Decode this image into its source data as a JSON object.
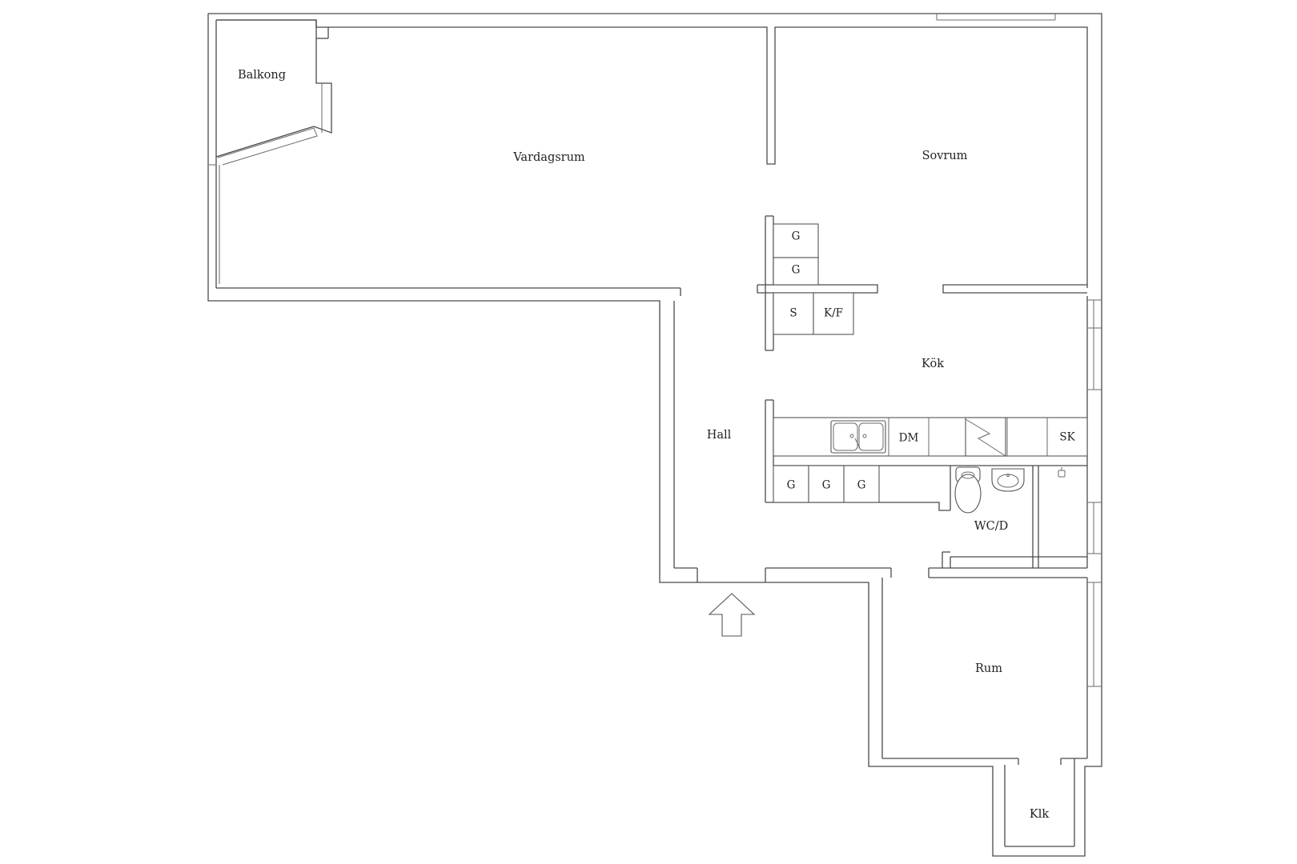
{
  "rooms": {
    "balkong": "Balkong",
    "vardagsrum": "Vardagsrum",
    "sovrum": "Sovrum",
    "kok": "Kök",
    "hall": "Hall",
    "wcd": "WC/D",
    "rum": "Rum",
    "klk": "Klk"
  },
  "fixtures": {
    "garderob": "G",
    "stad": "S",
    "kyl_frys": "K/F",
    "diskmaskin": "DM",
    "skap": "SK"
  },
  "icons": {
    "entrance": "entrance-arrow-icon",
    "sink": "double-sink-icon",
    "stove": "stove-icon",
    "toilet": "toilet-icon",
    "washbasin": "washbasin-icon"
  }
}
